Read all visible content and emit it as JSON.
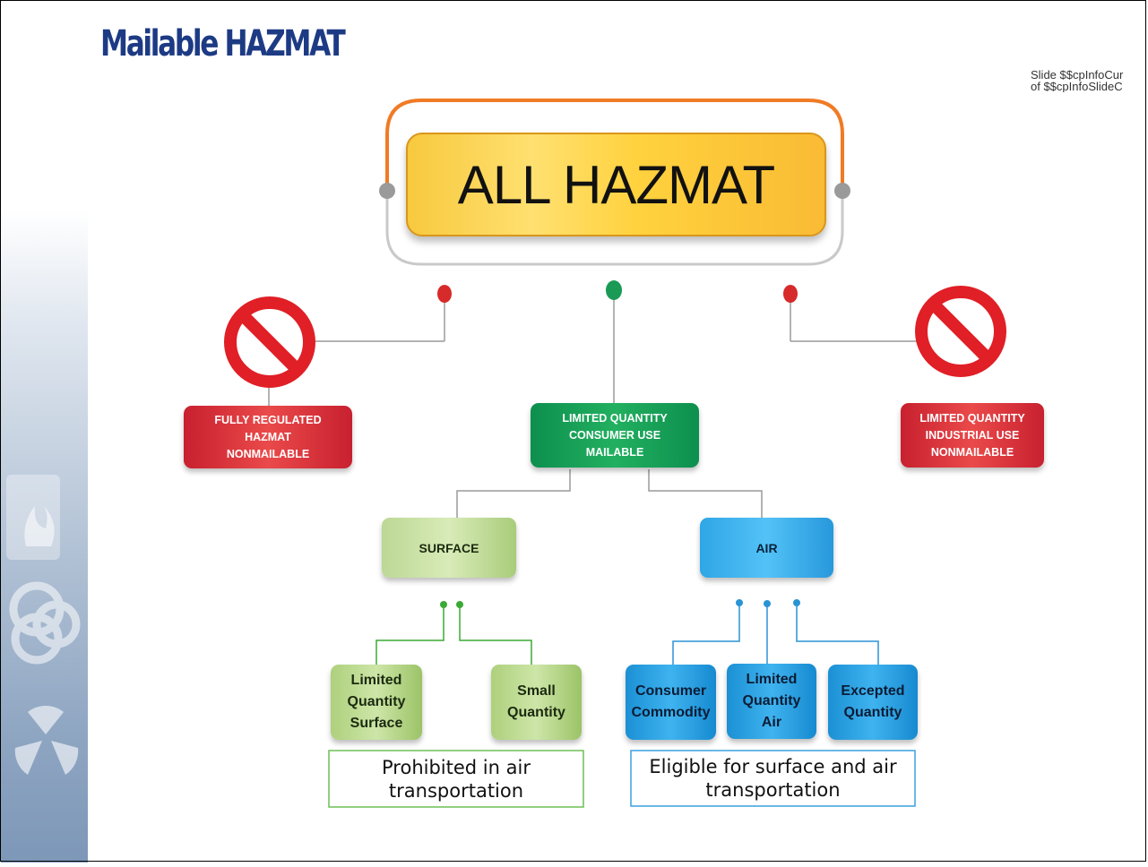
{
  "header": {
    "title": "Mailable HAZMAT",
    "slide_info": "Slide $$cpInfoCur\nof $$cpInfoSlideC"
  },
  "diagram": {
    "root": "ALL HAZMAT",
    "fully_regulated": "FULLY REGULATED\nHAZMAT\nNONMAILABLE",
    "consumer_use": "LIMITED QUANTITY\nCONSUMER USE\nMAILABLE",
    "industrial_use": "LIMITED QUANTITY\nINDUSTRIAL USE\nNONMAILABLE",
    "surface": "SURFACE",
    "air": "AIR",
    "lq_surface": "Limited\nQuantity\nSurface",
    "small_quantity": "Small\nQuantity",
    "consumer_commodity": "Consumer\nCommodity",
    "lq_air": "Limited\nQuantity\nAir",
    "excepted_quantity": "Excepted\nQuantity",
    "surface_note": "Prohibited in air\ntransportation",
    "air_note": "Eligible for surface and air\ntransportation"
  },
  "colors": {
    "title": "#1d3a84",
    "mailable": "#22b060",
    "nonmailable": "#d42a36",
    "surface": "#b5d58a",
    "air": "#3db6f0",
    "prohibited_icon": "#e01f26"
  }
}
